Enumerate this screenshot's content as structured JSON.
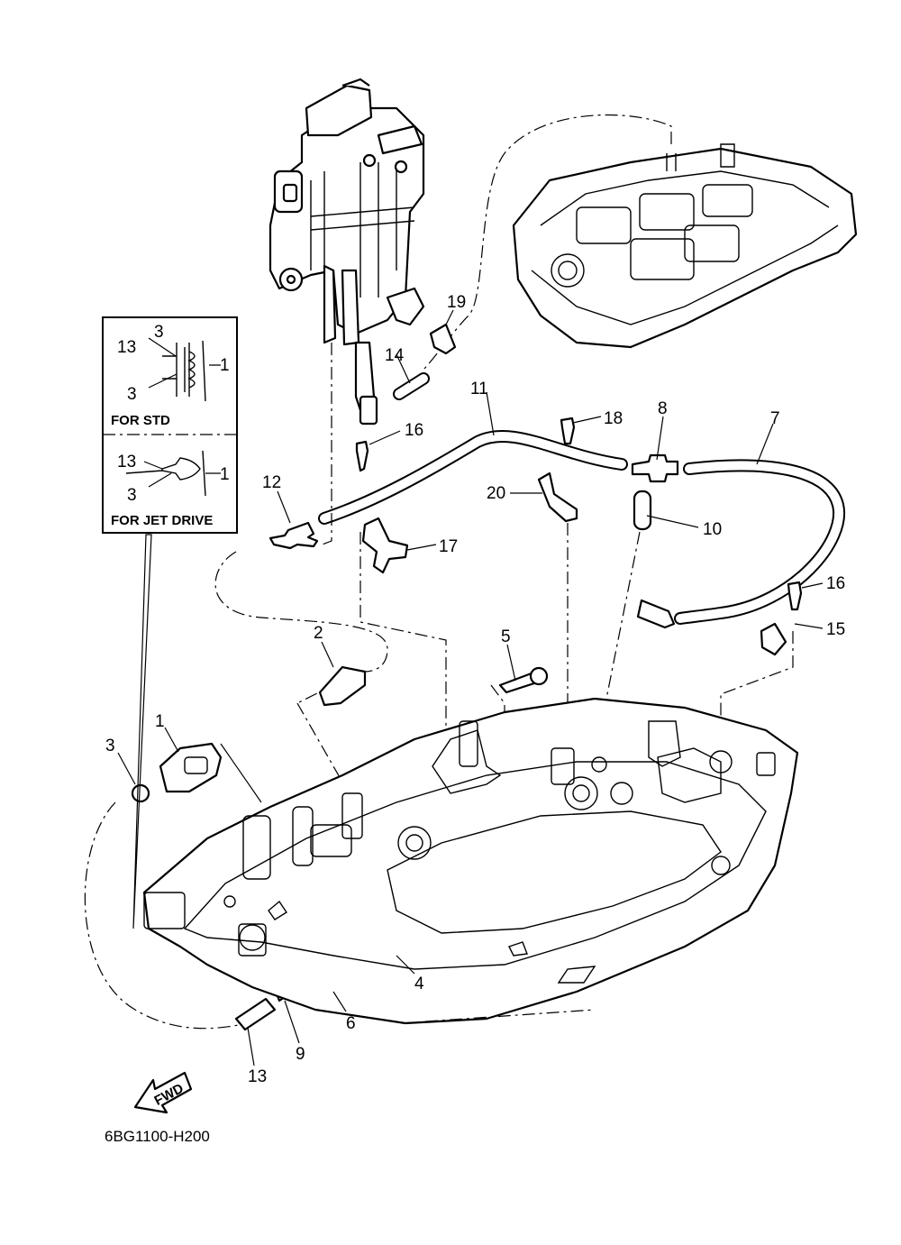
{
  "callouts": [
    {
      "id": "1",
      "text": "1"
    },
    {
      "id": "2",
      "text": "2"
    },
    {
      "id": "3",
      "text": "3"
    },
    {
      "id": "4",
      "text": "4"
    },
    {
      "id": "5",
      "text": "5"
    },
    {
      "id": "6",
      "text": "6"
    },
    {
      "id": "7",
      "text": "7"
    },
    {
      "id": "8",
      "text": "8"
    },
    {
      "id": "9",
      "text": "9"
    },
    {
      "id": "10",
      "text": "10"
    },
    {
      "id": "11",
      "text": "11"
    },
    {
      "id": "12",
      "text": "12"
    },
    {
      "id": "13",
      "text": "13"
    },
    {
      "id": "14",
      "text": "14"
    },
    {
      "id": "15",
      "text": "15"
    },
    {
      "id": "16a",
      "text": "16"
    },
    {
      "id": "16b",
      "text": "16"
    },
    {
      "id": "17",
      "text": "17"
    },
    {
      "id": "18",
      "text": "18"
    },
    {
      "id": "19",
      "text": "19"
    },
    {
      "id": "20",
      "text": "20"
    }
  ],
  "inset": {
    "std": {
      "title": "FOR STD",
      "labels": {
        "a": "3",
        "b": "13",
        "c": "1",
        "d": "3"
      }
    },
    "jet": {
      "title": "FOR JET DRIVE",
      "labels": {
        "a": "13",
        "b": "1",
        "c": "3"
      }
    }
  },
  "fwd_label": "FWD",
  "diagram_code": "6BG1100-H200"
}
